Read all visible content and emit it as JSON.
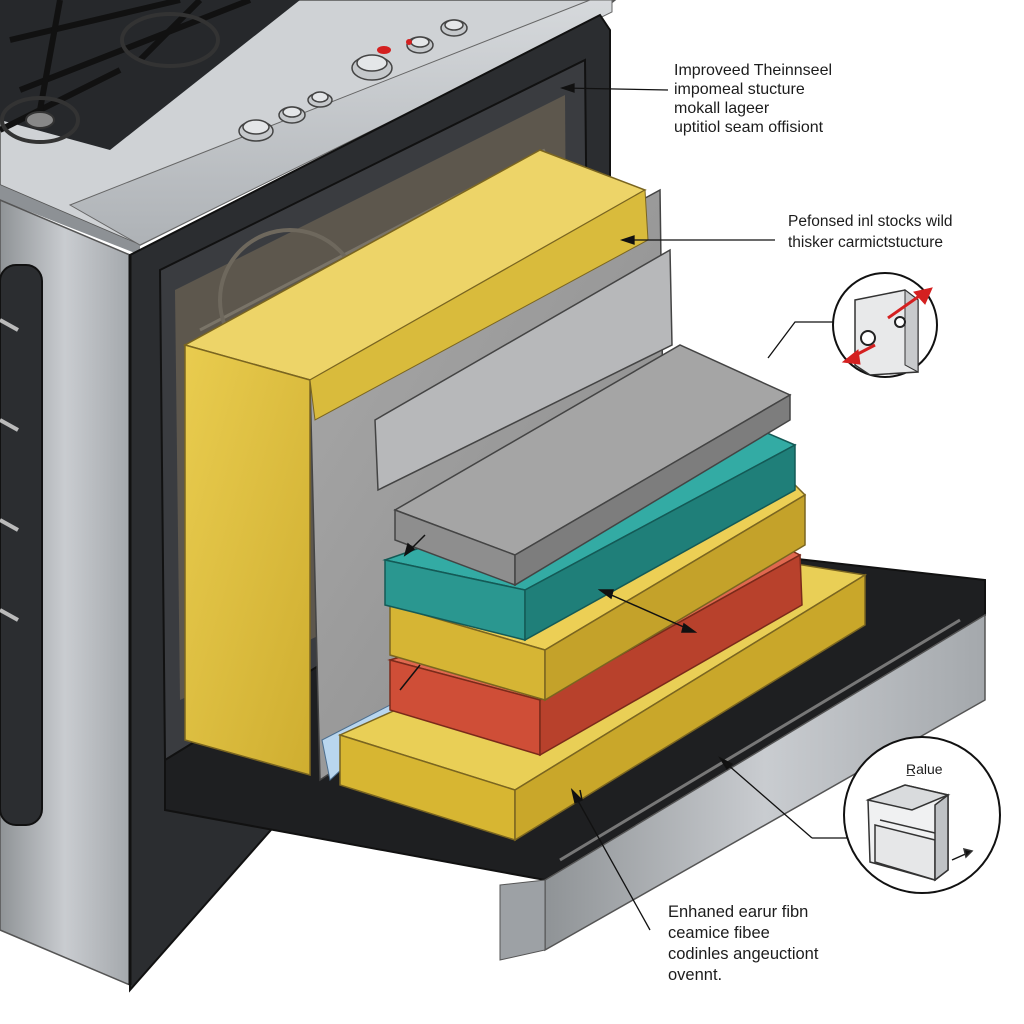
{
  "callouts": {
    "top": {
      "lines": [
        "Improveed Theinnseel",
        "impomeal stucture",
        "mokall lageer",
        "uptitiol seam offisiont"
      ]
    },
    "middle": {
      "lines": [
        "Pefonsed inl stocks wild",
        "thisker carmictstucture"
      ]
    },
    "bottom": {
      "lines": [
        "Enhaned earur fibn",
        "ceamice fibee",
        "codinles angeuctiont",
        "ovennt."
      ]
    },
    "inset_label": "R̲alue"
  },
  "colors": {
    "steel": "#b9bcc0",
    "steel_dark": "#6f7377",
    "oven_body": "#2b2d30",
    "insulation_yellow": "#e0c140",
    "ceramic_grey": "#9a9a9a",
    "teal_layer": "#2a9d98",
    "red_layer": "#d2553f",
    "arrow_red": "#d42020"
  },
  "icons": [
    "burner-grate-icon",
    "control-knob-icon",
    "clip-bracket-icon",
    "hinge-bracket-icon",
    "red-arrow-icon"
  ]
}
